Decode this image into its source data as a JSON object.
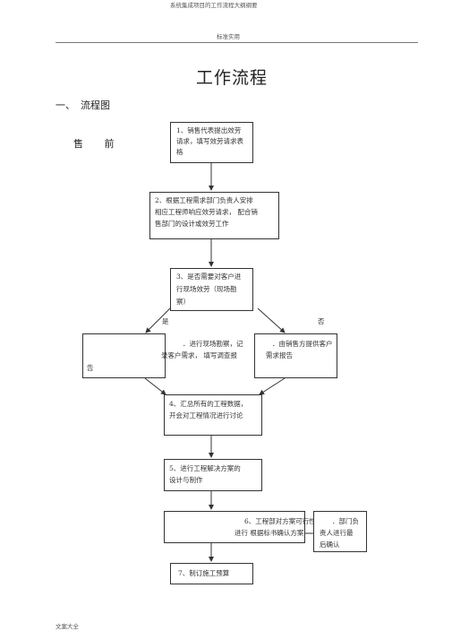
{
  "header": {
    "doc_title": "系统集成项目的工作流程大纲纲要",
    "subtitle": "标准实用"
  },
  "main": {
    "title": "工作流程",
    "section_number": "一、",
    "section_label": "流程图",
    "phase_label": "售 前"
  },
  "flow": {
    "step1": [
      "1、销售代表提出效劳",
      "请求，填写效劳请求表",
      "格"
    ],
    "step2": [
      "2、根据工程需求部门负责人安排",
      "相应工程师响应效劳请求，      配合销",
      "售部门的设计或效劳工作"
    ],
    "step3": [
      "3、是否需要对客户进",
      "行现场效劳（现场勘",
      "察）"
    ],
    "yes_label": "是",
    "no_label": "否",
    "step3a": [
      "．进行现场勘察，记",
      "录客户需求，  填写调查报"
    ],
    "step3a_tail": "告",
    "step3b": [
      "．由销售方提供客户",
      "需求报告"
    ],
    "step4": [
      "4、汇总所有的工程数据，",
      "开会对工程情况进行讨论"
    ],
    "step5": [
      "5、进行工程解决方案的",
      "设计与制作"
    ],
    "step6": [
      "6、工程部对方案可行性",
      "进行  根据标书确认方案"
    ],
    "step6b": [
      "．部门负",
      "责人进行最",
      "后确认"
    ],
    "step7": "7、制订施工预算"
  },
  "footer": {
    "text": "文案大全"
  }
}
